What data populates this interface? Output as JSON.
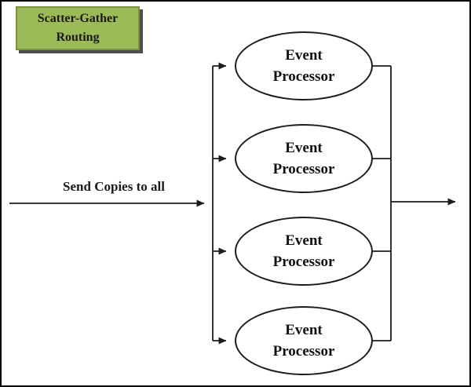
{
  "diagram": {
    "title_lines": [
      "Scatter-Gather",
      "Routing"
    ],
    "input_label": "Send Copies to all",
    "processors": [
      {
        "line1": "Event",
        "line2": "Processor"
      },
      {
        "line1": "Event",
        "line2": "Processor"
      },
      {
        "line1": "Event",
        "line2": "Processor"
      },
      {
        "line1": "Event",
        "line2": "Processor"
      }
    ],
    "colors": {
      "background": "#ffffff",
      "outer_border": "#000000",
      "title_bg": "#9bbb59",
      "title_border": "#77933c",
      "title_shadow": "#4f4f4f",
      "line": "#1c1c1c"
    }
  }
}
